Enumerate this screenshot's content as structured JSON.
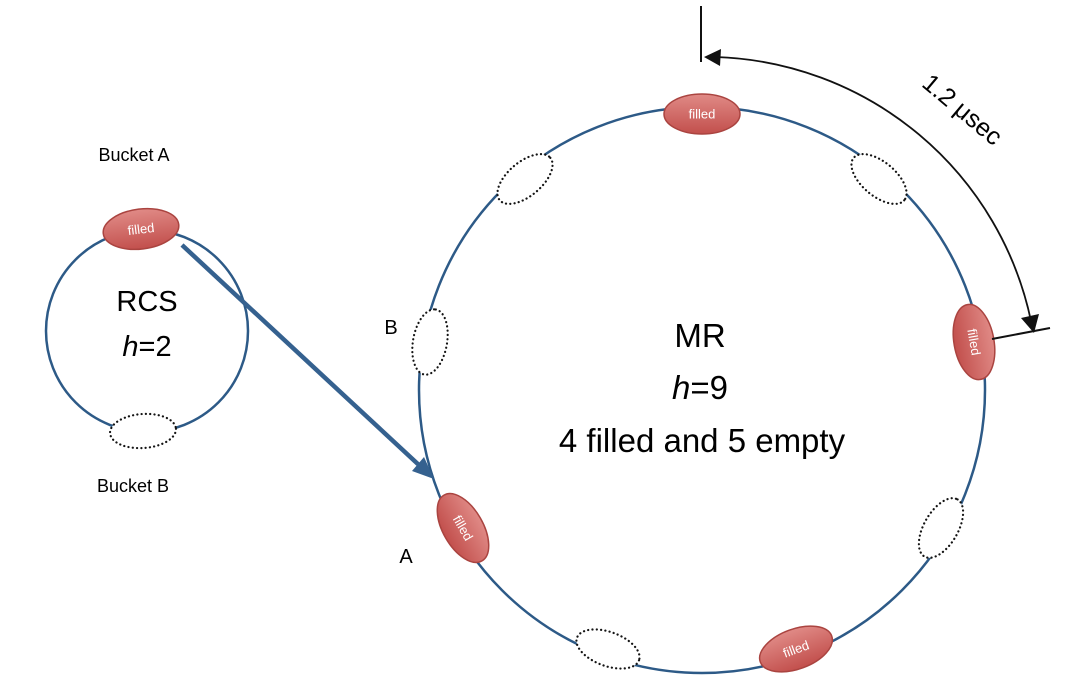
{
  "diagram": {
    "small_ring": {
      "bucket_a_label": "Bucket A",
      "bucket_b_label": "Bucket B",
      "name": "RCS",
      "h_symbol": "h",
      "h_value": "=2",
      "filled_text": "filled",
      "buckets": [
        {
          "id": "A",
          "state": "filled"
        },
        {
          "id": "B",
          "state": "empty"
        }
      ]
    },
    "main_ring": {
      "name": "MR",
      "h_symbol": "h",
      "h_value": "=9",
      "summary": "4 filled and 5 empty",
      "filled_text": "filled",
      "point_a_label": "A",
      "point_b_label": "B",
      "buckets": [
        {
          "angle_deg": -90,
          "state": "filled"
        },
        {
          "angle_deg": -50,
          "state": "empty"
        },
        {
          "angle_deg": -10,
          "state": "filled"
        },
        {
          "angle_deg": 30,
          "state": "empty"
        },
        {
          "angle_deg": 70,
          "state": "filled"
        },
        {
          "angle_deg": 110,
          "state": "empty"
        },
        {
          "angle_deg": 150,
          "state": "filled"
        },
        {
          "angle_deg": 190,
          "state": "empty"
        },
        {
          "angle_deg": 230,
          "state": "empty"
        }
      ]
    },
    "annotation": {
      "duration_label": "1.2 μsec"
    },
    "colors": {
      "ring_stroke": "#2d5a87",
      "arrow_blue": "#35618f",
      "filled_top": "#e08a86",
      "filled_bottom": "#c24f4c",
      "filled_stroke": "#aa4440",
      "empty_stroke": "#141414",
      "annotation_stroke": "#111111",
      "text": "#000000"
    }
  }
}
